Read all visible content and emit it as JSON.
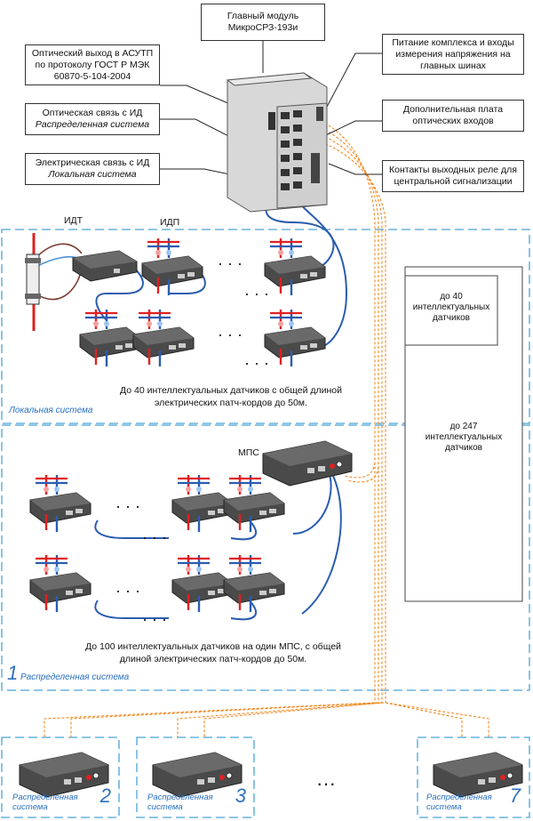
{
  "main_module": {
    "line1": "Главный модуль",
    "line2": "МикроСРЗ-193и"
  },
  "callouts": {
    "optical_out": [
      "Оптический выход в АСУТП",
      "по протоколу ГОСТ Р МЭК",
      "60870-5-104-2004"
    ],
    "optical_link": [
      "Оптическая связь с ИД",
      "Распределенная система"
    ],
    "electric_link": [
      "Электрическая связь с ИД",
      "Локальная система"
    ],
    "power": [
      "Питание комплекса и входы",
      "измерения напряжения на",
      "главных шинах"
    ],
    "extra_board": [
      "Дополнительная плата",
      "оптических входов"
    ],
    "relay": [
      "Контакты выходных реле для",
      "центральной сигнализации"
    ]
  },
  "labels": {
    "idt": "ИДТ",
    "idp": "ИДП",
    "mps": "МПС",
    "dots": "···"
  },
  "side_boxes": {
    "up_to_40": [
      "до 40",
      "интеллектуальных",
      "датчиков"
    ],
    "up_to_247": [
      "до 247",
      "интеллектуальных",
      "датчиков"
    ]
  },
  "captions": {
    "local": [
      "До 40 интеллектуальных датчиков с общей длиной",
      "электрических патч-кордов до 50м."
    ],
    "distributed": [
      "До 100 интеллектуальных датчиков на один МПС, с общей",
      "длиной электрических патч-кордов до 50м."
    ]
  },
  "systems": {
    "local": "Локальная система",
    "distributed_num": "1",
    "distributed": "Распределенная система",
    "bottom": [
      {
        "label": "Распределенная система",
        "num": "2"
      },
      {
        "label": "Распределенная система",
        "num": "3"
      },
      {
        "label": "Распределенная система",
        "num": "7"
      }
    ],
    "bottom_dots": "···"
  },
  "colors": {
    "blue_cable": "#2a5db0",
    "fiber": "#f08a24",
    "dash": "#4aa3d8",
    "red_bus": "#e02020"
  }
}
